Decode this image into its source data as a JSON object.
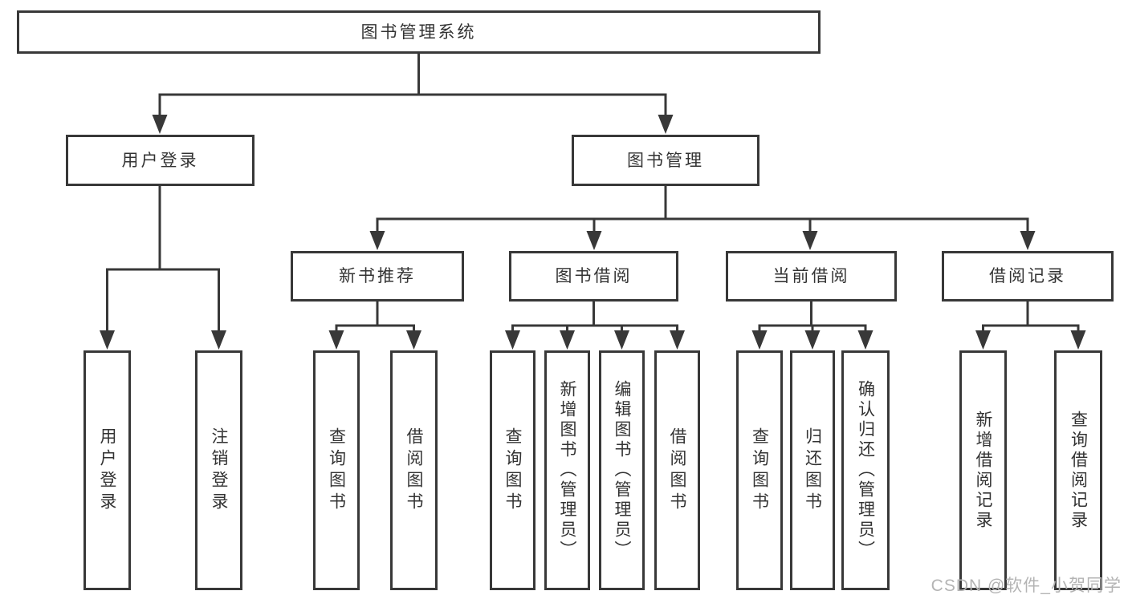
{
  "diagram": {
    "root": {
      "label": "图书管理系统"
    },
    "branches": [
      {
        "label": "用户登录",
        "children": [
          {
            "label": "用户登录"
          },
          {
            "label": "注销登录"
          }
        ]
      },
      {
        "label": "图书管理",
        "children": [
          {
            "label": "新书推荐",
            "children": [
              {
                "label": "查询图书"
              },
              {
                "label": "借阅图书"
              }
            ]
          },
          {
            "label": "图书借阅",
            "children": [
              {
                "label": "查询图书"
              },
              {
                "label": "新增图书（管理员）"
              },
              {
                "label": "编辑图书（管理员）"
              },
              {
                "label": "借阅图书"
              }
            ]
          },
          {
            "label": "当前借阅",
            "children": [
              {
                "label": "查询图书"
              },
              {
                "label": "归还图书"
              },
              {
                "label": "确认归还（管理员）"
              }
            ]
          },
          {
            "label": "借阅记录",
            "children": [
              {
                "label": "新增借阅记录"
              },
              {
                "label": "查询借阅记录"
              }
            ]
          }
        ]
      }
    ],
    "watermark": "CSDN @软件_小贺同学"
  },
  "colors": {
    "line": "#383838",
    "text": "#333333",
    "watermark": "#b4b4b4",
    "background": "#ffffff"
  }
}
